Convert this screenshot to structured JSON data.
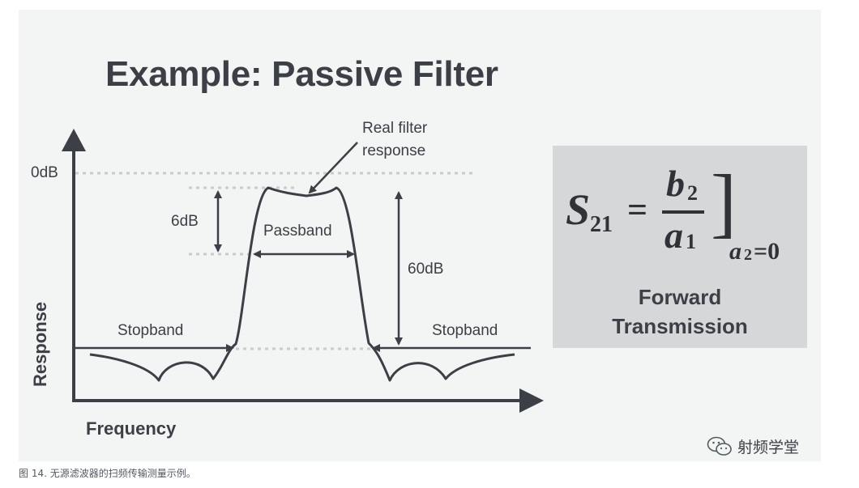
{
  "title": "Example: Passive Filter",
  "diagram": {
    "y_axis_label": "Response",
    "x_axis_label": "Frequency",
    "label_0db": "0dB",
    "label_6db": "6dB",
    "label_60db": "60dB",
    "label_passband": "Passband",
    "label_stopband_left": "Stopband",
    "label_stopband_right": "Stopband",
    "label_real_filter_line1": "Real filter",
    "label_real_filter_line2": "response"
  },
  "formula": {
    "lhs_symbol": "S",
    "lhs_subscript": "21",
    "equals": "=",
    "numerator": "b",
    "numerator_subscript": "2",
    "denominator": "a",
    "denominator_subscript": "1",
    "bracket": "]",
    "condition_symbol": "a",
    "condition_subscript": "2",
    "condition_value": "=0",
    "caption_line1": "Forward",
    "caption_line2": "Transmission"
  },
  "watermark": {
    "icon": "wechat-icon",
    "text": "射频学堂"
  },
  "caption": "图 14. 无源滤波器的扫频传输测量示例。",
  "colors": {
    "background": "#f3f5f4",
    "ink": "#3c4046",
    "formula_box": "#d6d7d9",
    "dotted_line": "#c9cccc"
  }
}
